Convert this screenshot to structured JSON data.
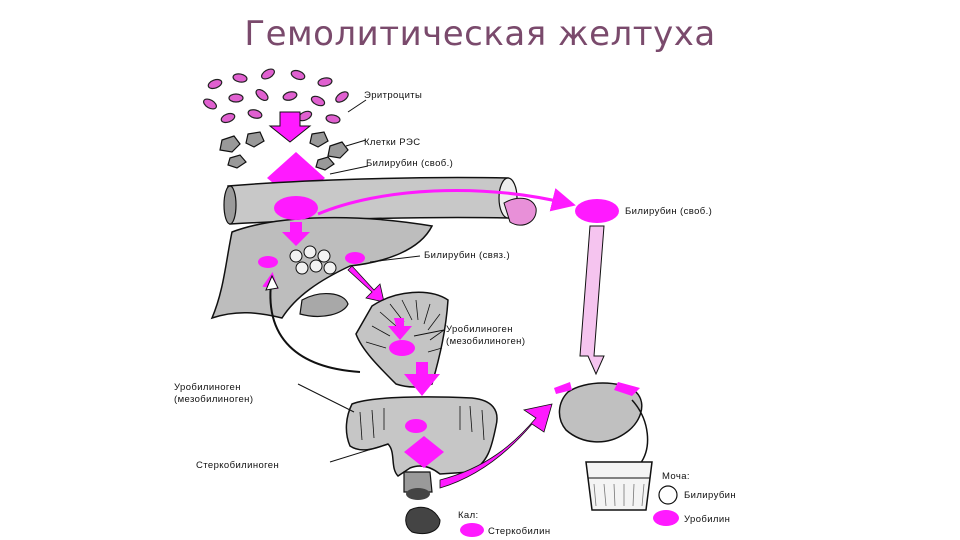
{
  "title": "Гемолитическая желтуха",
  "labels": {
    "erythrocytes": "Эритроциты",
    "res_cells": "Клетки РЭС",
    "bilirubin_free_top": "Билирубин (своб.)",
    "bilirubin_free_right": "Билирубин (своб.)",
    "bilirubin_bound": "Билирубин (связ.)",
    "urobilinogen_gut_1": "Уробилиноген",
    "urobilinogen_gut_2": "(мезобилиноген)",
    "urobilinogen_left_1": "Уробилиноген",
    "urobilinogen_left_2": "(мезобилиноген)",
    "stercobilinogen": "Стеркобилиноген",
    "feces": "Кал:",
    "stercobilin": "Стеркобилин",
    "urine": "Моча:",
    "urine_bilirubin": "Билирубин",
    "urobilin": "Уробилин"
  },
  "colors": {
    "accent": "#ff1aff",
    "title": "#7a4a6c",
    "organ_fill": "#bdbdbd",
    "outline": "#111111"
  }
}
